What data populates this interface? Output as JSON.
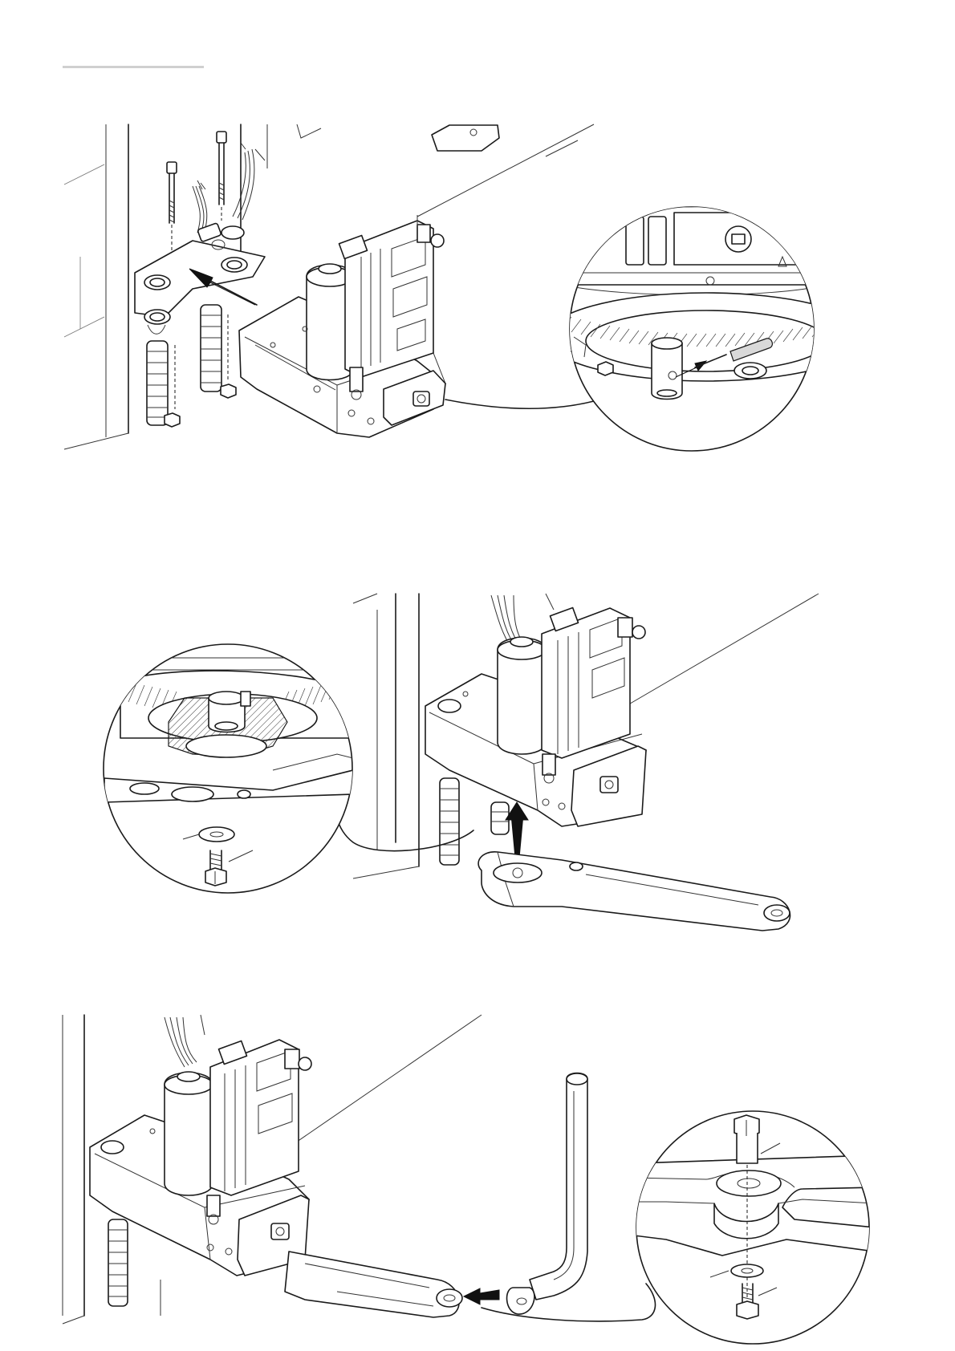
{
  "page": {
    "header_rule_color": "#d0d0d0",
    "line_color": "#1a1a1a"
  },
  "figures": [
    {
      "id": "step-1",
      "callout_detail": "pin-insertion"
    },
    {
      "id": "step-2",
      "callout_detail": "washer-and-bolt"
    },
    {
      "id": "step-3",
      "callout_detail": "arm-bolt-washer"
    }
  ]
}
